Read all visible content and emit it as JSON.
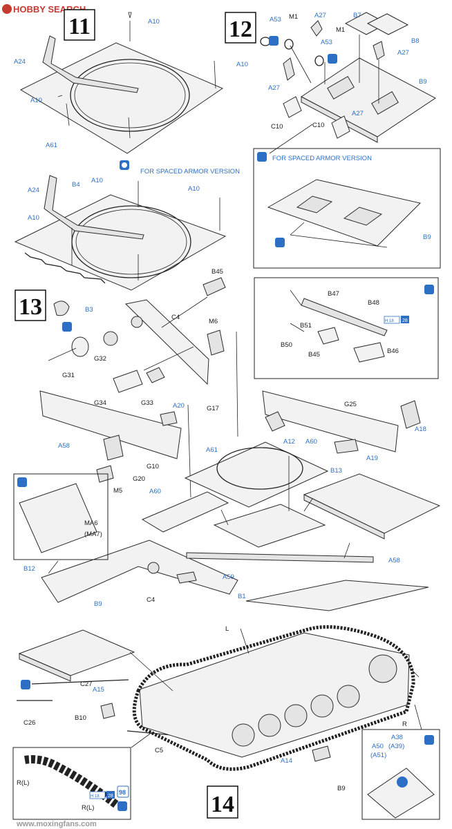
{
  "header": {
    "logo_text": "HOBBY SEARCH"
  },
  "watermark": {
    "text": "www.moxingfans.com"
  },
  "steps": {
    "s11": "11",
    "s12": "12",
    "s13": "13",
    "s14": "14"
  },
  "notes": {
    "spaced_armor_1": "FOR SPACED ARMOR VERSION",
    "spaced_armor_2": "FOR SPACED ARMOR VERSION"
  },
  "badges": {
    "h18_1": "H 18",
    "n28_1": "28",
    "h18_2": "H 18",
    "n28_2": "28",
    "n98": "98"
  },
  "labels": {
    "s11": [
      "A10",
      "A24",
      "A10",
      "A10",
      "A61"
    ],
    "s11b": [
      "A10",
      "A24",
      "B4",
      "A10",
      "A10"
    ],
    "s12": [
      "A53",
      "M1",
      "A27",
      "B7",
      "M1",
      "B8",
      "A53",
      "A27",
      "A27",
      "B9",
      "A27",
      "C10",
      "C10"
    ],
    "s12b": [
      "B9"
    ],
    "s13": [
      "B45",
      "B3",
      "C4",
      "M6",
      "B47",
      "B48",
      "B51",
      "B50",
      "B45",
      "B46",
      "G32",
      "G31",
      "G34",
      "G33",
      "G17",
      "A20",
      "G25",
      "A18",
      "A12",
      "A60",
      "A19",
      "A58",
      "G10",
      "G20",
      "M5",
      "A61",
      "B13",
      "A60",
      "MA6",
      "(MA7)",
      "B12",
      "A59",
      "A58",
      "C4",
      "B1"
    ],
    "s14": [
      "B9",
      "L",
      "C27",
      "A15",
      "C26",
      "B10",
      "C5",
      "R",
      "A38",
      "(A39)",
      "A50",
      "(A51)",
      "A14",
      "B9",
      "R(L)",
      "R(L)"
    ]
  }
}
